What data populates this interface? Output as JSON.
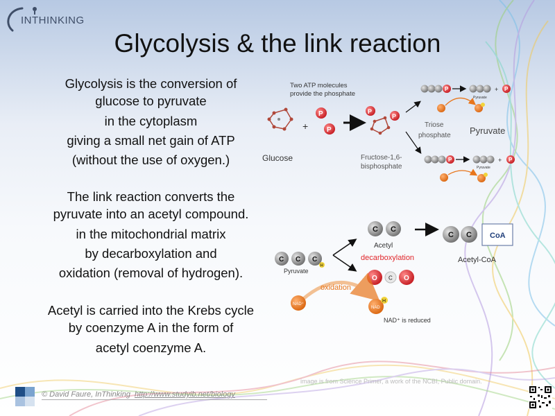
{
  "logo": {
    "text": "INTHINKING"
  },
  "title": "Glycolysis & the link reaction",
  "glycolysis_text": [
    "Glycolysis is the conversion of",
    "glucose to pyruvate",
    "in the cytoplasm",
    "giving a small net gain of ATP",
    "(without the use of oxygen.)"
  ],
  "link_text": [
    "The link reaction converts the",
    "pyruvate into an acetyl compound.",
    "in the mitochondrial matrix",
    "by decarboxylation and",
    "oxidation (removal of hydrogen)."
  ],
  "acetyl_text": [
    "Acetyl is carried into the Krebs cycle",
    "by coenzyme A in the form of",
    "acetyl coenzyme A."
  ],
  "glycolysis_diagram": {
    "atp_note_line1": "Two ATP molecules",
    "atp_note_line2": "provide the phosphate",
    "glucose_label": "Glucose",
    "plus": "+",
    "phosphate_symbol": "P",
    "fructose_label_line1": "Fructose-1,6-",
    "fructose_label_line2": "bisphosphate",
    "triose_label_line1": "Triose",
    "triose_label_line2": "phosphate",
    "pyruvate_label": "Pyruvate",
    "carbon_symbol": "C",
    "nad_symbol": "NAD",
    "hydrogen_symbol": "H",
    "small_pyruvate_label": "Pyruvate"
  },
  "link_diagram": {
    "pyruvate_label": "Pyruvate",
    "acetyl_label": "Acetyl",
    "decarboxylation_label": "decarboxylation",
    "oxidation_label": "oxidation",
    "coa_label": "CoA",
    "acetyl_coa_label": "Acetyl-CoA",
    "nad_reduced_label": "NAD⁺ is reduced",
    "carbon_symbol": "C",
    "oxygen_symbol": "O",
    "hydrogen_symbol": "H",
    "nad_plus_symbol": "NAD⁺",
    "nad_symbol": "NAD"
  },
  "footer": {
    "author": "© David Faure, InThinking",
    "url": "http://www.studyib.net/biology",
    "image_credit": "image is from Science Primer, a work of the NCBI, Public domain."
  },
  "colors": {
    "phosphate_red": "#d8262c",
    "carbon_gray": "#8c8c8c",
    "nad_orange": "#e8761c",
    "hydrogen_yellow": "#f2d43a",
    "decarboxylation_red": "#e0262a",
    "oxidation_orange": "#e8761c"
  }
}
